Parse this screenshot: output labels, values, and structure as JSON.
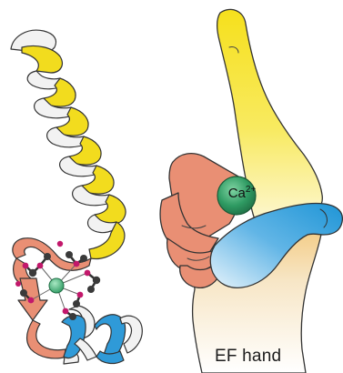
{
  "figure": {
    "ion": {
      "symbol": "Ca",
      "charge": "2+"
    },
    "caption": "EF hand",
    "colors": {
      "helix_e": "#f2dc1e",
      "helix_f": "#2f9ad8",
      "loop": "#e98f74",
      "ribbon_back": "#f2f2f2",
      "calcium": "#2e9a62",
      "oxygen": "#c2186b",
      "carbon": "#333333",
      "finger_index": "#f2dc1e",
      "thumb": "#2f9ad8",
      "curled_fingers": "#e98f74"
    },
    "icons": [
      "protein-ribbon-icon",
      "calcium-ion-icon",
      "hand-gesture-icon"
    ]
  }
}
